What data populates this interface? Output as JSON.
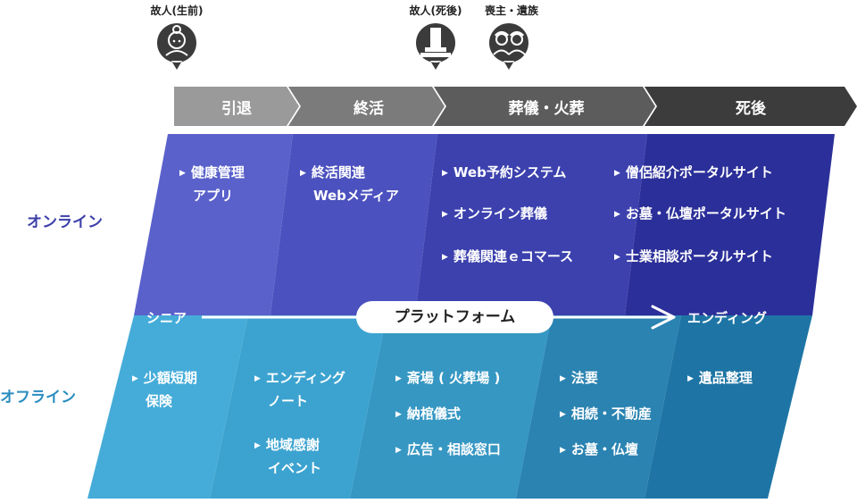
{
  "personas": [
    {
      "label": "故人(生前)",
      "icon": "elderly-person-icon"
    },
    {
      "label": "故人(死後)",
      "icon": "grave-icon"
    },
    {
      "label": "喪主・遺族",
      "icon": "bereaved-family-icon"
    }
  ],
  "phases": [
    "引退",
    "終活",
    "葬儀・火葬",
    "死後"
  ],
  "side_labels": {
    "online": "オンライン",
    "offline": "オフライン"
  },
  "axis": {
    "start": "シニア",
    "center": "プラットフォーム",
    "end": "エンディング"
  },
  "online": {
    "col1": [
      [
        "健康管理",
        "アプリ"
      ]
    ],
    "col2": [
      [
        "終活関連",
        "Webメディア"
      ]
    ],
    "col3": [
      [
        "Web予約システム"
      ],
      [
        "オンライン葬儀"
      ],
      [
        "葬儀関連ｅコマース"
      ]
    ],
    "col4": [
      [
        "僧侶紹介ポータルサイト"
      ],
      [
        "お墓・仏壇ポータルサイト"
      ],
      [
        "士業相談ポータルサイト"
      ]
    ]
  },
  "offline": {
    "col1": [
      [
        "少額短期",
        "保険"
      ]
    ],
    "col2": [
      [
        "エンディング",
        "ノート"
      ],
      [
        "地域感謝",
        "イベント"
      ]
    ],
    "col3": [
      [
        "斎場 ( 火葬場 )"
      ],
      [
        "納棺儀式"
      ],
      [
        "広告・相談窓口"
      ]
    ],
    "col4": [
      [
        "法要"
      ],
      [
        "相続・不動産"
      ],
      [
        "お墓・仏壇"
      ]
    ],
    "col5": [
      [
        "遺品整理"
      ]
    ]
  },
  "colors": {
    "online_side": "#3b3fa8",
    "offline_side": "#2a8dc0",
    "phase1": "#9a9a9a",
    "phase2": "#7b7b7b",
    "phase3": "#5c5c5c",
    "phase4": "#3c3c3c",
    "online1": "#5a61cb",
    "online2": "#4b51be",
    "online3": "#3c41ae",
    "online4": "#2b2f99",
    "offline1": "#45acd9",
    "offline2": "#3ca3d0",
    "offline3": "#3697c3",
    "offline4": "#2a83b1",
    "offline5": "#1e75a5"
  }
}
